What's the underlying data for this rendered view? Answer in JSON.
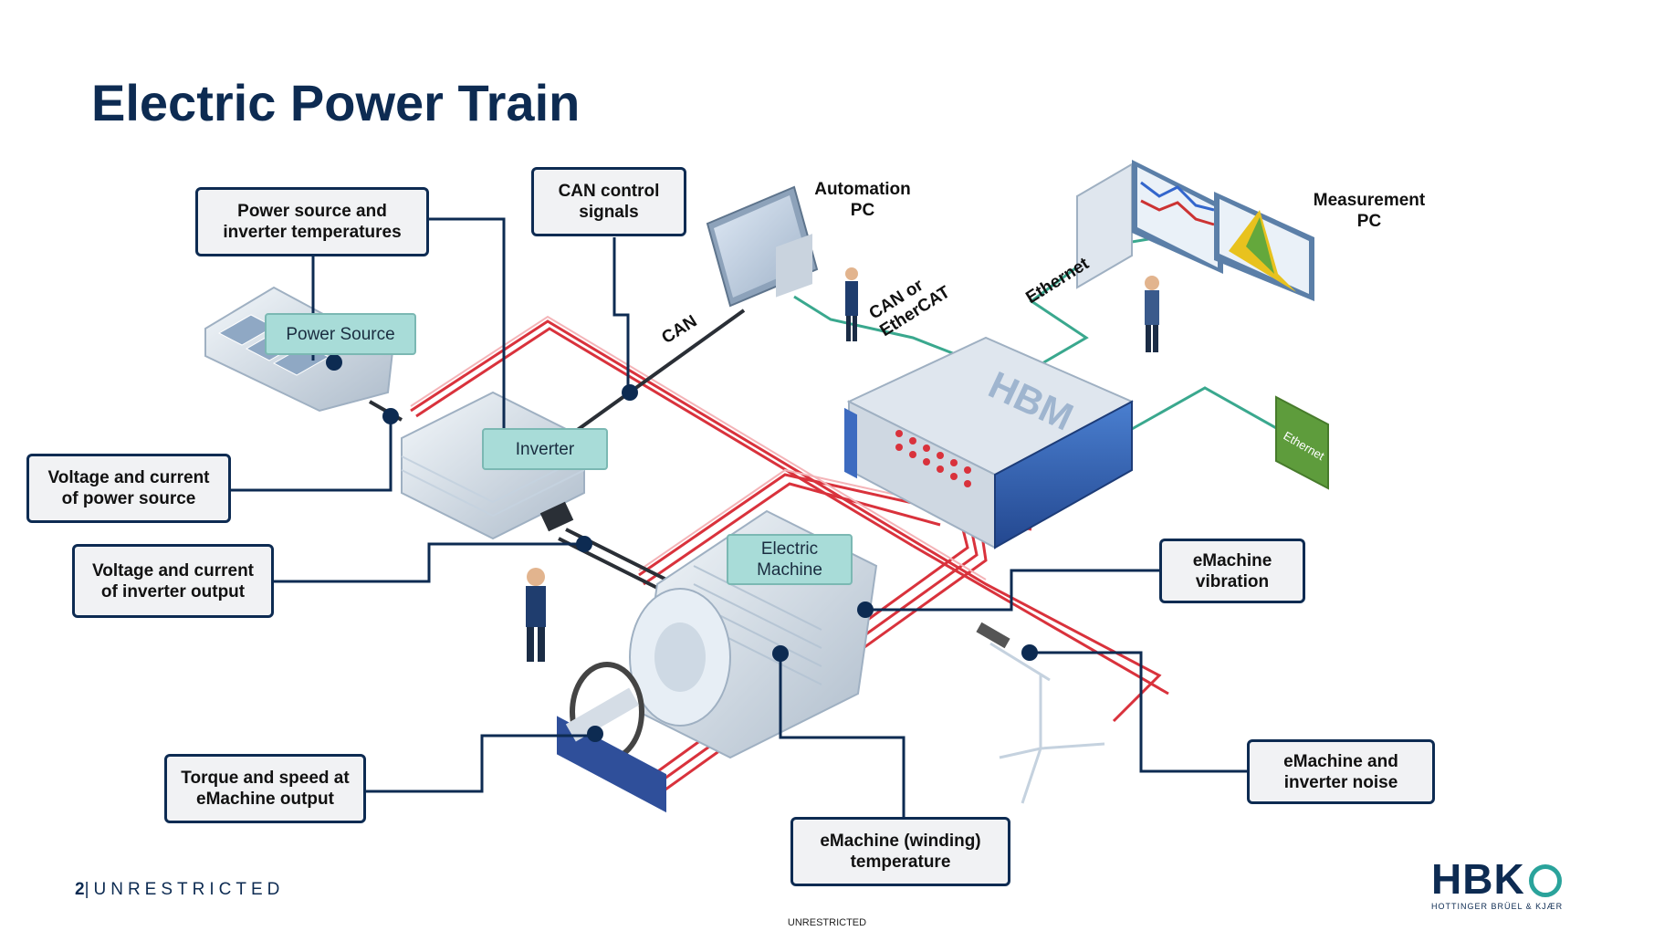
{
  "title": "Electric Power Train",
  "components": {
    "power_source": "Power Source",
    "inverter": "Inverter",
    "electric_machine": "Electric\nMachine"
  },
  "callouts": {
    "power_source_temps": "Power source and\ninverter temperatures",
    "can_control": "CAN control\nsignals",
    "voltage_power_source": "Voltage and current\nof power source",
    "voltage_inverter": "Voltage and current\nof inverter output",
    "emachine_vibration": "eMachine\nvibration",
    "emachine_noise": "eMachine and\ninverter noise",
    "torque_speed": "Torque and speed at\neMachine output",
    "winding_temp": "eMachine (winding)\ntemperature"
  },
  "pcs": {
    "automation": "Automation\nPC",
    "measurement": "Measurement\nPC"
  },
  "links": {
    "can": "CAN",
    "can_ethercat": "CAN or\nEtherCAT",
    "ethernet": "Ethernet",
    "ethernet_badge": "Ethernet"
  },
  "device_brand": "HBM",
  "footer": {
    "page_number": "2",
    "classification": "UNRESTRICTED",
    "center": "UNRESTRICTED"
  },
  "logo": {
    "text": "HBK",
    "subtitle": "HOTTINGER BRÜEL & KJÆR"
  },
  "colors": {
    "navy": "#0d2b52",
    "teal_tag": "#a8dcd8",
    "signal_red": "#d9323c",
    "ethernet_green": "#3aa88e"
  }
}
